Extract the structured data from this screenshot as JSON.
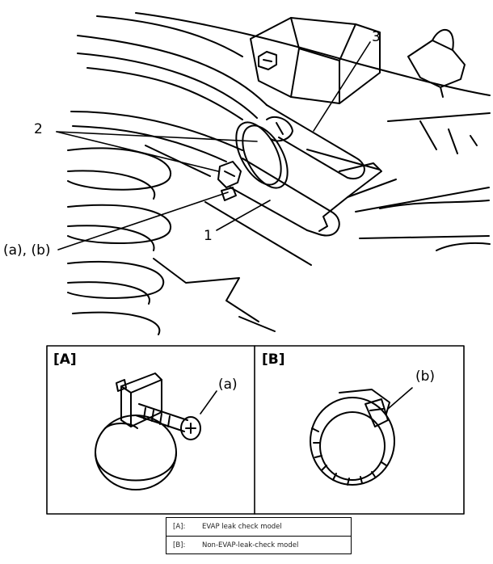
{
  "callouts": {
    "part_1": "1",
    "part_2": "2",
    "part_3": "3",
    "a_b": "(a), (b)",
    "a": "(a)",
    "b": "(b)"
  },
  "panels": [
    {
      "tag": "[A]"
    },
    {
      "tag": "[B]"
    }
  ],
  "legend": [
    {
      "key": "[A]:",
      "text": "EVAP leak check model"
    },
    {
      "key": "[B]:",
      "text": "Non-EVAP-leak-check model"
    }
  ],
  "colors": {
    "line": "#000000",
    "background": "#ffffff"
  }
}
